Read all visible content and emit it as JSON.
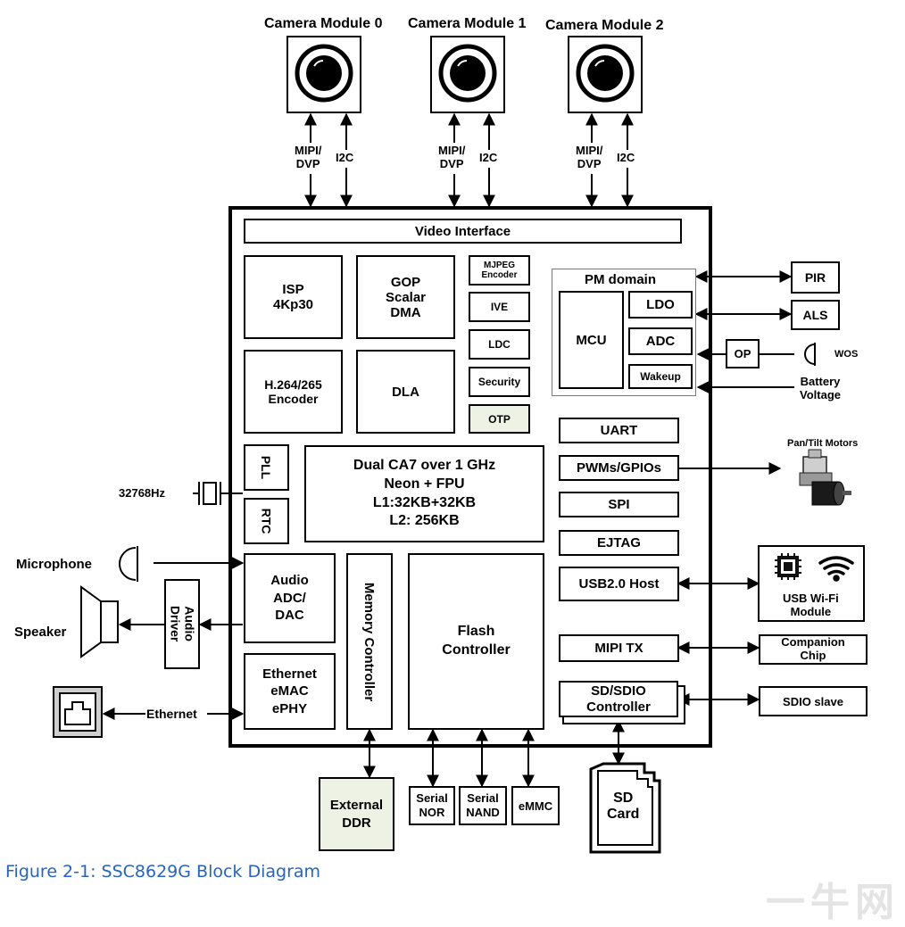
{
  "cameras": [
    {
      "name": "Camera Module 0",
      "mipi": "MIPI/\nDVP",
      "i2c": "I2C"
    },
    {
      "name": "Camera Module 1",
      "mipi": "MIPI/\nDVP",
      "i2c": "I2C"
    },
    {
      "name": "Camera Module 2",
      "mipi": "MIPI/\nDVP",
      "i2c": "I2C"
    }
  ],
  "soc": {
    "video_interface": "Video Interface",
    "isp": "ISP\n4Kp30",
    "gop": "GOP\nScalar\nDMA",
    "mjpeg": "MJPEG\nEncoder",
    "ive": "IVE",
    "ldc": "LDC",
    "security": "Security",
    "otp": "OTP",
    "h264": "H.264/265\nEncoder",
    "dla": "DLA",
    "pll": "PLL",
    "rtc": "RTC",
    "cpu": "Dual CA7 over 1 GHz\nNeon + FPU\nL1:32KB+32KB\nL2: 256KB",
    "pm_domain": "PM domain",
    "mcu": "MCU",
    "ldo": "LDO",
    "adc": "ADC",
    "wakeup": "Wakeup",
    "uart": "UART",
    "pwm": "PWMs/GPIOs",
    "spi": "SPI",
    "ejtag": "EJTAG",
    "usb": "USB2.0 Host",
    "mipi_tx": "MIPI TX",
    "sdio": "SD/SDIO\nController",
    "audio": "Audio\nADC/\nDAC",
    "memory_controller": "Memory Controller",
    "flash_controller": "Flash\nController",
    "ethernet": "Ethernet\neMAC\nePHY"
  },
  "external": {
    "pir": "PIR",
    "als": "ALS",
    "op": "OP",
    "wos": "WOS",
    "battery": "Battery\nVoltage",
    "pan_tilt": "Pan/Tilt Motors",
    "usb_wifi": "USB Wi-Fi\nModule",
    "companion": "Companion\nChip",
    "sdio_slave": "SDIO slave",
    "sd_card": "SD\nCard",
    "crystal": "32768Hz",
    "microphone": "Microphone",
    "speaker": "Speaker",
    "audio_driver": "Audio\nDriver",
    "ethernet": "Ethernet",
    "external_ddr": "External\nDDR",
    "serial_nor": "Serial\nNOR",
    "serial_nand": "Serial\nNAND",
    "emmc": "eMMC"
  },
  "colors": {
    "line": "#000000",
    "shaded_box": "#eef2e4",
    "caption": "#2563c9"
  },
  "caption": "Figure 2-1: SSC8629G Block Diagram",
  "watermark": "一牛网"
}
